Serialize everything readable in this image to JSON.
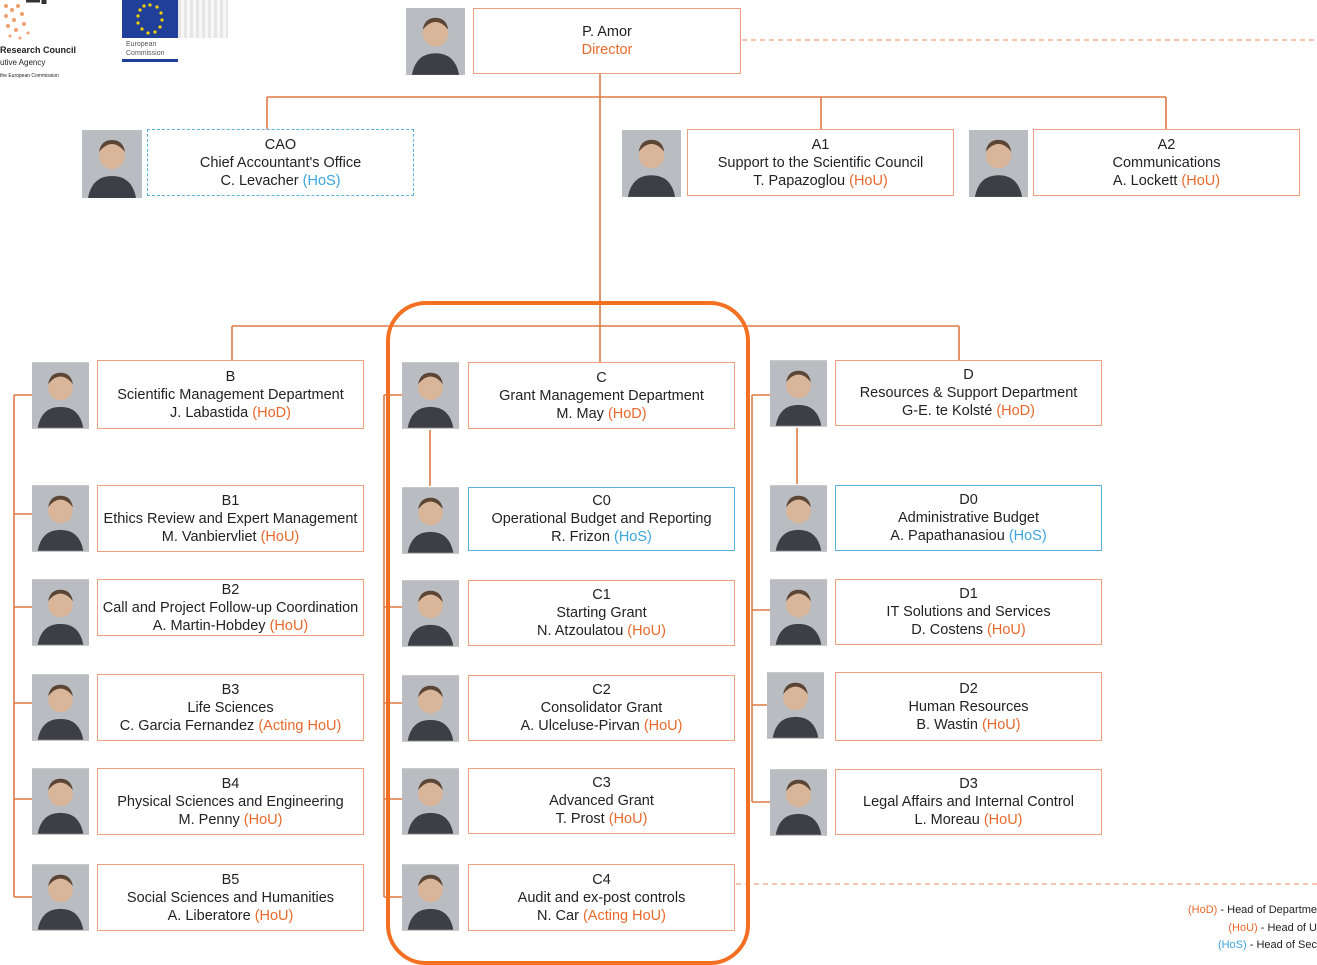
{
  "header": {
    "erc_lines": [
      "Research Council",
      "utive Agency",
      "the European Commission"
    ],
    "eu_lines": [
      "European",
      "Commission"
    ]
  },
  "director": {
    "name": "P. Amor",
    "role": "Director"
  },
  "top_units": {
    "cao": {
      "code": "CAO",
      "title": "Chief Accountant's Office",
      "name": "C. Levacher",
      "role": "(HoS)"
    },
    "a1": {
      "code": "A1",
      "title": "Support to the Scientific Council",
      "name": "T. Papazoglou",
      "role": "(HoU)"
    },
    "a2": {
      "code": "A2",
      "title": "Communications",
      "name": "A. Lockett",
      "role": "(HoU)"
    }
  },
  "departments": {
    "b": {
      "head": {
        "code": "B",
        "title": "Scientific Management Department",
        "name": "J. Labastida",
        "role": "(HoD)"
      },
      "units": [
        {
          "code": "B1",
          "title": "Ethics Review and Expert Management",
          "name": "M. Vanbiervliet",
          "role": "(HoU)"
        },
        {
          "code": "B2",
          "title": "Call and Project Follow-up Coordination",
          "name": "A. Martin-Hobdey",
          "role": "(HoU)"
        },
        {
          "code": "B3",
          "title": "Life Sciences",
          "name": "C. Garcia Fernandez",
          "role": "(Acting HoU)"
        },
        {
          "code": "B4",
          "title": "Physical Sciences and Engineering",
          "name": "M. Penny",
          "role": "(HoU)"
        },
        {
          "code": "B5",
          "title": "Social Sciences and Humanities",
          "name": "A. Liberatore",
          "role": "(HoU)"
        }
      ]
    },
    "c": {
      "head": {
        "code": "C",
        "title": "Grant Management Department",
        "name": "M. May",
        "role": "(HoD)"
      },
      "units": [
        {
          "code": "C0",
          "title": "Operational Budget and Reporting",
          "name": "R. Frizon",
          "role": "(HoS)"
        },
        {
          "code": "C1",
          "title": "Starting Grant",
          "name": "N. Atzoulatou",
          "role": "(HoU)"
        },
        {
          "code": "C2",
          "title": "Consolidator Grant",
          "name": "A. Ulceluse-Pirvan",
          "role": "(HoU)"
        },
        {
          "code": "C3",
          "title": "Advanced Grant",
          "name": "T. Prost",
          "role": "(HoU)"
        },
        {
          "code": "C4",
          "title": "Audit and ex-post controls",
          "name": "N. Car",
          "role": "(Acting HoU)"
        }
      ]
    },
    "d": {
      "head": {
        "code": "D",
        "title": "Resources & Support Department",
        "name": "G-E. te Kolsté",
        "role": "(HoD)"
      },
      "units": [
        {
          "code": "D0",
          "title": "Administrative Budget",
          "name": "A. Papathanasiou",
          "role": "(HoS)"
        },
        {
          "code": "D1",
          "title": "IT Solutions and Services",
          "name": "D. Costens",
          "role": "(HoU)"
        },
        {
          "code": "D2",
          "title": "Human Resources",
          "name": "B. Wastin",
          "role": "(HoU)"
        },
        {
          "code": "D3",
          "title": "Legal Affairs and Internal Control",
          "name": "L. Moreau",
          "role": "(HoU)"
        }
      ]
    }
  },
  "legend": [
    {
      "abbr": "(HoD)",
      "text": " - Head of Departme"
    },
    {
      "abbr": "(HoU)",
      "text": " - Head of U"
    },
    {
      "abbr": "(HoS)",
      "text": " - Head of Sec"
    }
  ],
  "colors": {
    "accent": "#f36f21",
    "line": "#e07a45",
    "box_border": "#f0a080",
    "blue": "#3aa6dd"
  }
}
